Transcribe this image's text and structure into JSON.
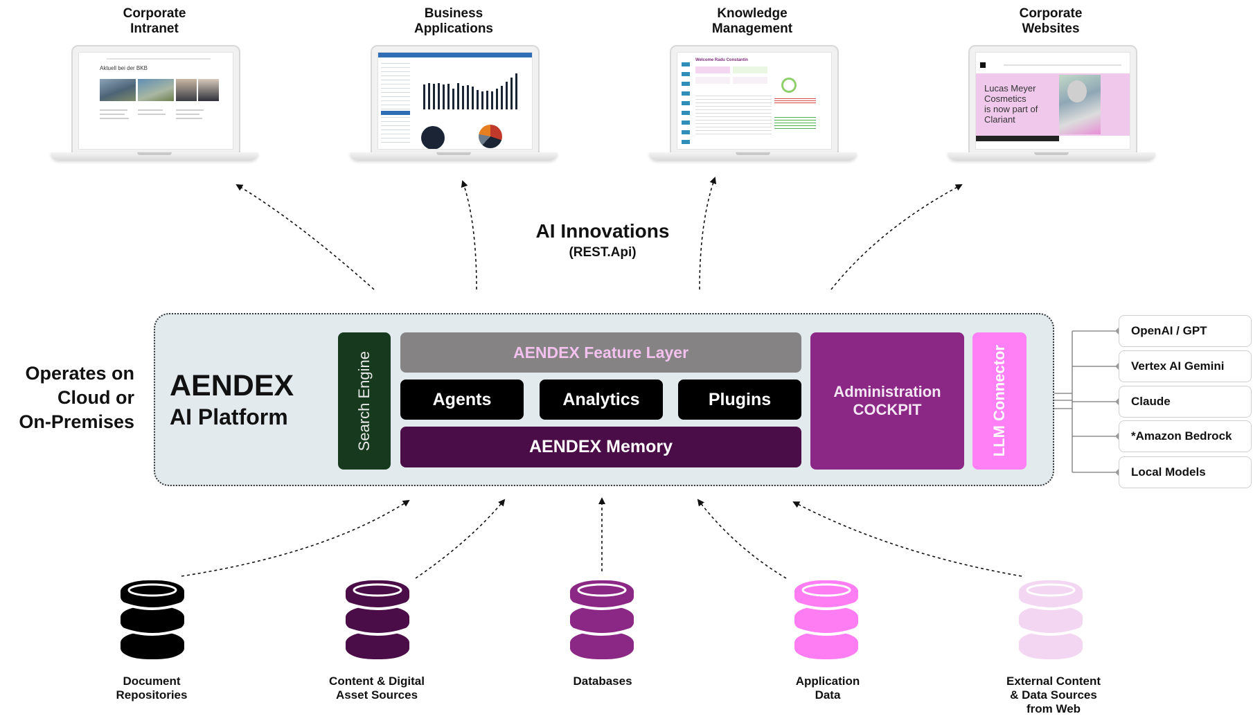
{
  "applications": [
    {
      "label": "Corporate\nIntranet",
      "screen_heading": "Aktuell bei der BKB"
    },
    {
      "label": "Business\nApplications"
    },
    {
      "label": "Knowledge\nManagement",
      "screen_heading": "Welcome Radu Constantin"
    },
    {
      "label": "Corporate\nWebsites",
      "screen_heading": "Lucas Meyer\nCosmetics\nis now part of\nClariant"
    }
  ],
  "ai_innovations": {
    "title": "AI Innovations",
    "subtitle": "(REST.Api)"
  },
  "operates_text": "Operates on\nCloud or\nOn-Premises",
  "platform": {
    "title": "AENDEX",
    "subtitle": "AI Platform",
    "search_engine": "Search Engine",
    "feature_layer": "AENDEX Feature Layer",
    "agents": "Agents",
    "analytics": "Analytics",
    "plugins": "Plugins",
    "memory": "AENDEX Memory",
    "admin_cockpit": "Administration\nCOCKPIT",
    "llm_connector": "LLM Connector"
  },
  "llm_models": [
    "OpenAI / GPT",
    "Vertex AI Gemini",
    "Claude",
    "*Amazon Bedrock",
    "Local Models"
  ],
  "data_sources": [
    {
      "label": "Document\nRepositories",
      "color": "#000000"
    },
    {
      "label": "Content & Digital\nAsset Sources",
      "color": "#4a0d47"
    },
    {
      "label": "Databases",
      "color": "#8b2784"
    },
    {
      "label": "Application\nData",
      "color": "#ff7df3"
    },
    {
      "label": "External Content\n& Data Sources\nfrom Web",
      "color": "#f3d6f1"
    }
  ],
  "colors": {
    "platform_bg": "#e3eaed",
    "search_engine": "#173a1f",
    "feature_layer": "#858383",
    "feature_layer_text": "#f3c1ee",
    "modules": "#000000",
    "memory": "#4a0d47",
    "admin_cockpit": "#8b2784",
    "llm_connector": "#ff80f4"
  }
}
